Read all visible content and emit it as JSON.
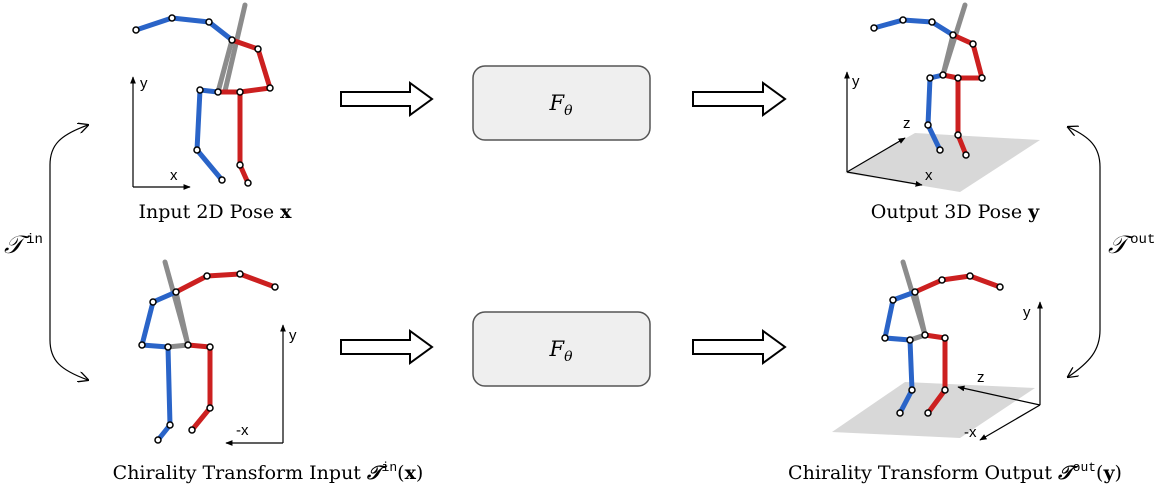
{
  "colors": {
    "left_limb": "#2a64c8",
    "right_limb": "#cc2020",
    "spine": "#8c8c8c",
    "joint_fill": "#ffffff",
    "joint_stroke": "#000000",
    "box_fill": "#efefef",
    "box_stroke": "#555555",
    "floor": "#d8d8d8"
  },
  "captions": {
    "input_2d": "Input 2D Pose ",
    "input_2d_var": "x",
    "output_3d": "Output 3D Pose ",
    "output_3d_var": "y",
    "chiral_input": "Chirality Transform Input ",
    "chiral_input_arg": "x",
    "chiral_output": "Chirality Transform Output ",
    "chiral_output_arg": "y"
  },
  "operators": {
    "T_symbol": "𝒯",
    "in_sup": "in",
    "out_sup": "out",
    "model_symbol": "F",
    "model_sub": "θ"
  },
  "axes": {
    "input": {
      "x": "x",
      "y": "y"
    },
    "output": {
      "x": "x",
      "y": "y",
      "z": "z"
    },
    "chiral_input": {
      "x": "-x",
      "y": "y"
    },
    "chiral_output": {
      "x": "-x",
      "y": "y",
      "z": "z"
    }
  },
  "side_labels": {
    "left": "𝒯",
    "left_sup": "in",
    "right": "𝒯",
    "right_sup": "out"
  }
}
